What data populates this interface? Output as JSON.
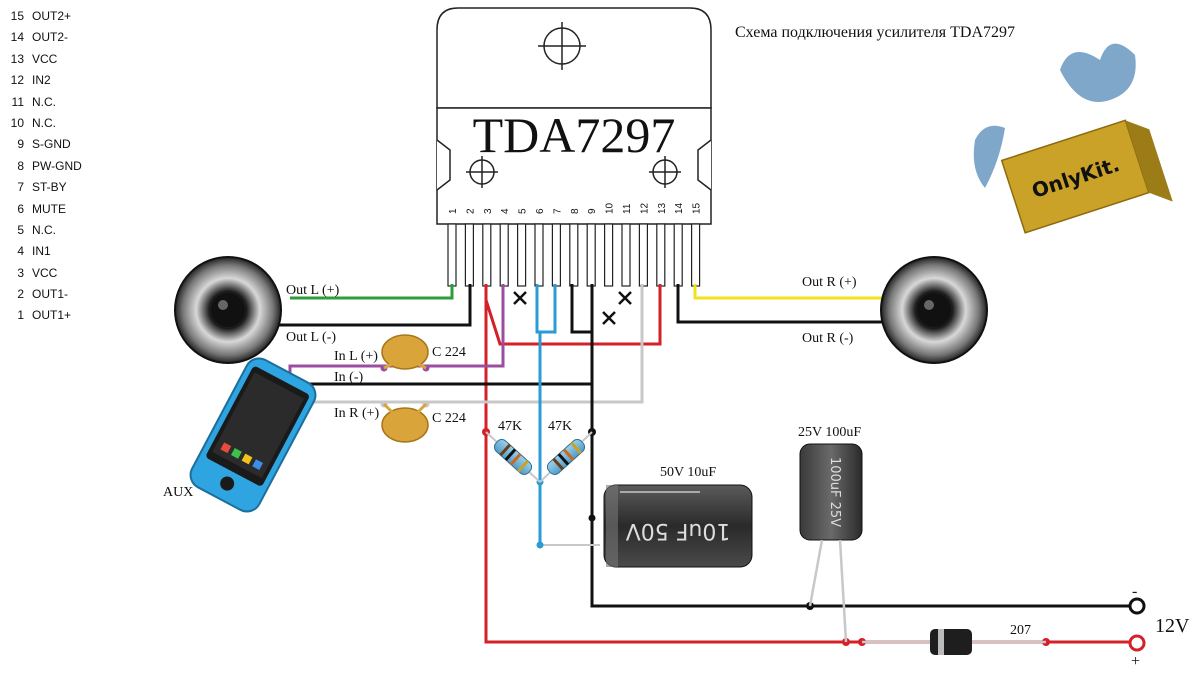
{
  "title": "Схема подключения усилителя TDA7297",
  "chip": {
    "name": "TDA7297",
    "pin_numbers": [
      "1",
      "2",
      "3",
      "4",
      "5",
      "6",
      "7",
      "8",
      "9",
      "10",
      "11",
      "12",
      "13",
      "14",
      "15"
    ]
  },
  "pinout": [
    {
      "num": "15",
      "label": "OUT2+"
    },
    {
      "num": "14",
      "label": "OUT2-"
    },
    {
      "num": "13",
      "label": "VCC"
    },
    {
      "num": "12",
      "label": "IN2"
    },
    {
      "num": "11",
      "label": "N.C."
    },
    {
      "num": "10",
      "label": "N.C."
    },
    {
      "num": "9",
      "label": "S-GND"
    },
    {
      "num": "8",
      "label": "PW-GND"
    },
    {
      "num": "7",
      "label": "ST-BY"
    },
    {
      "num": "6",
      "label": "MUTE"
    },
    {
      "num": "5",
      "label": "N.C."
    },
    {
      "num": "4",
      "label": "IN1"
    },
    {
      "num": "3",
      "label": "VCC"
    },
    {
      "num": "2",
      "label": "OUT1-"
    },
    {
      "num": "1",
      "label": "OUT1+"
    }
  ],
  "labels": {
    "out_l_plus": "Out L (+)",
    "out_l_minus": "Out L (-)",
    "out_r_plus": "Out R (+)",
    "out_r_minus": "Out R (-)",
    "in_l_plus": "In L (+)",
    "in_minus": "In  (-)",
    "in_r_plus": "In R (+)",
    "cap_top": "C 224",
    "cap_bottom": "C 224",
    "res_left": "47K",
    "res_right": "47K",
    "cap_50v": "50V 10uF",
    "cap_25v": "25V 100uF",
    "cap_50v_body": "10uF 50V",
    "cap_25v_body": "100uF 25V",
    "diode": "207",
    "aux": "AUX",
    "supply": "12V",
    "minus": "-",
    "plus": "+"
  },
  "logo": {
    "text": "OnlyKit."
  },
  "colors": {
    "red": "#d42027",
    "black": "#111111",
    "green": "#2e9e3a",
    "yellow": "#f3e21a",
    "purple": "#9b4da0",
    "blue": "#2a9bd3",
    "gray": "#c8c8c8",
    "cap_ceramic": "#d9a43a",
    "logo_box": "#c9a227",
    "logo_splash": "#7fa7c9"
  }
}
